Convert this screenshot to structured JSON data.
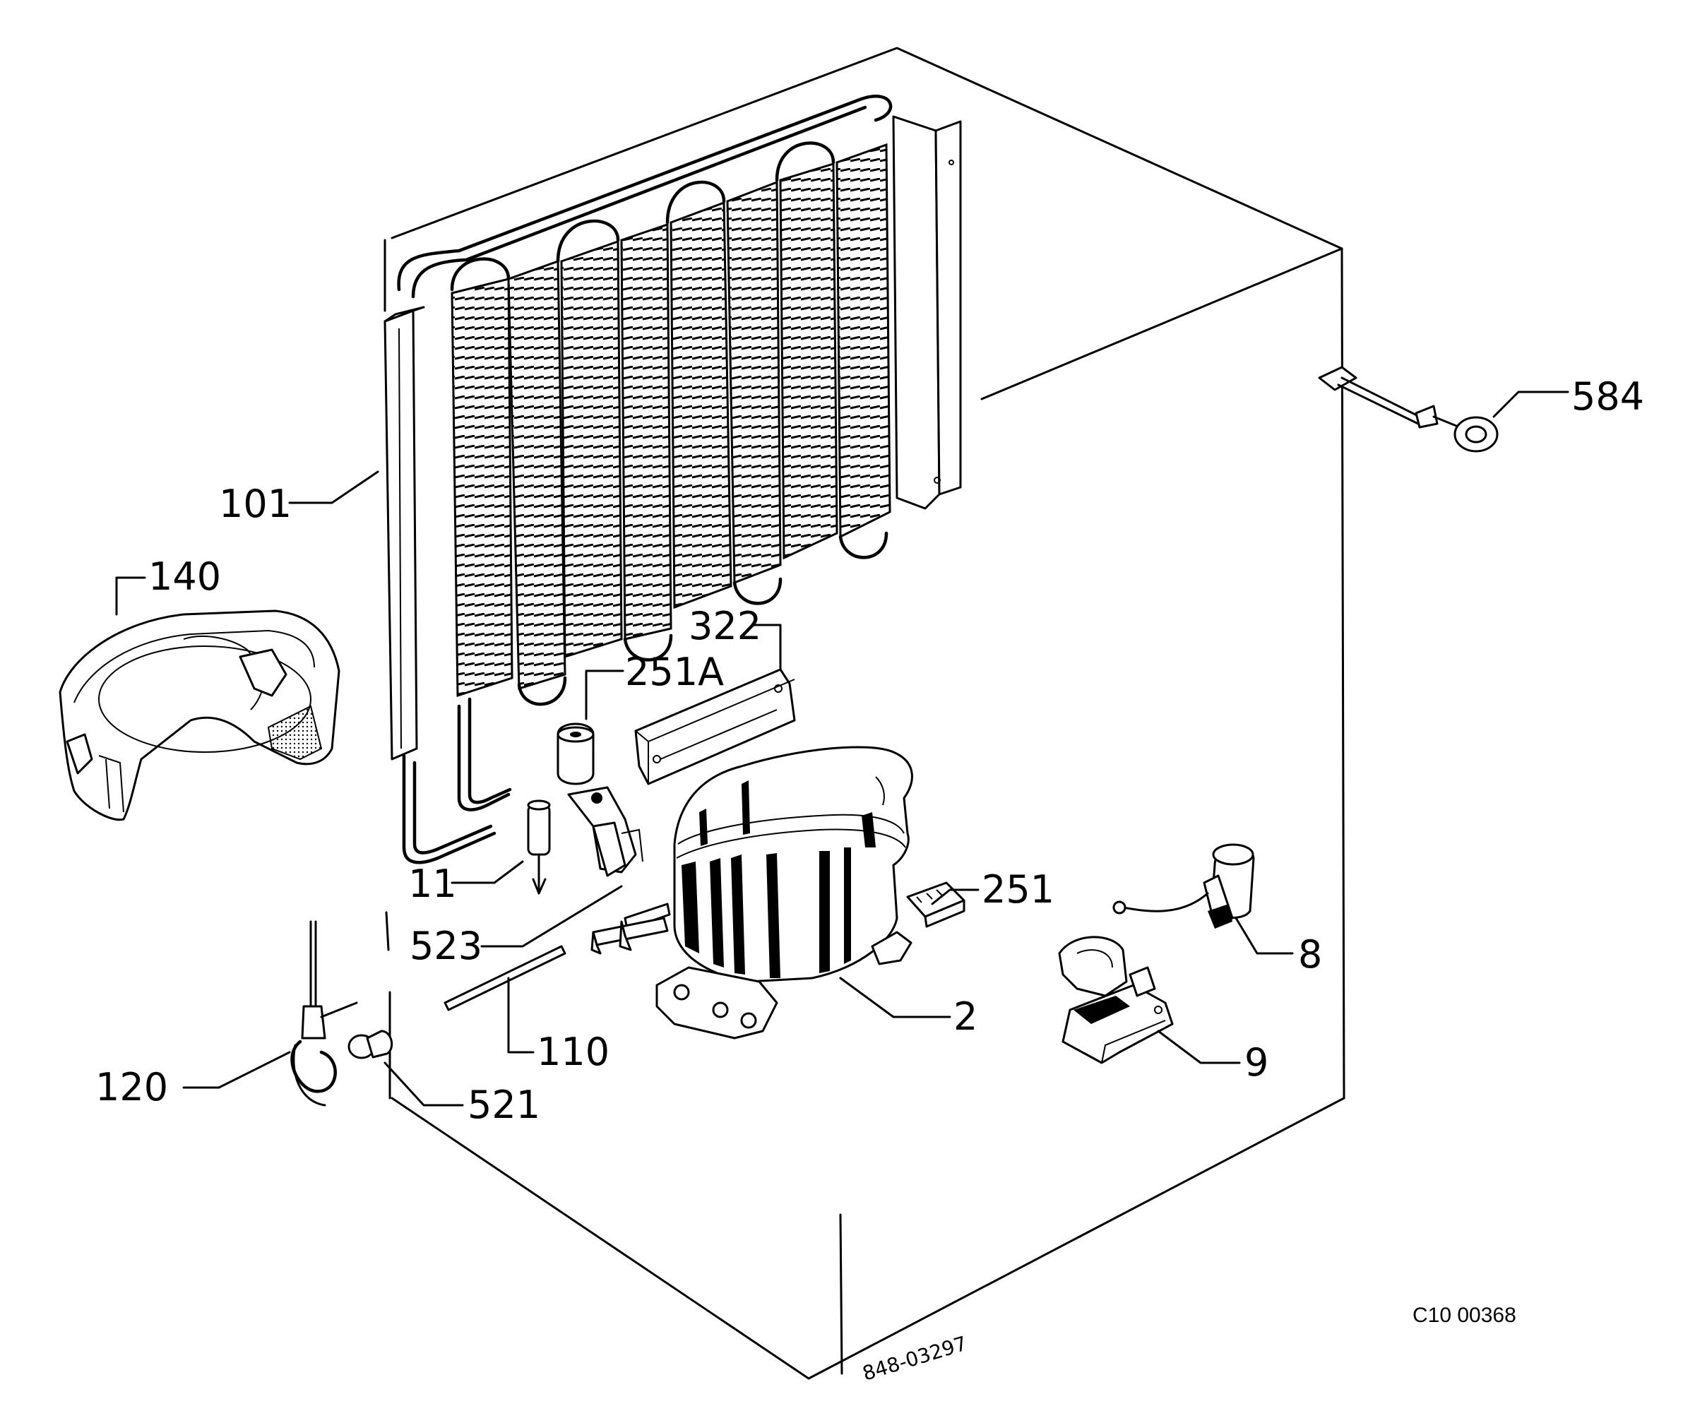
{
  "labels": {
    "p584": "584",
    "p101": "101",
    "p140": "140",
    "p322": "322",
    "p251a": "251A",
    "p11": "11",
    "p251": "251",
    "p523": "523",
    "p8": "8",
    "p2": "2",
    "p110": "110",
    "p9": "9",
    "p120": "120",
    "p521": "521"
  },
  "drawing_code": "C10 00368",
  "stamp": "848-03297"
}
